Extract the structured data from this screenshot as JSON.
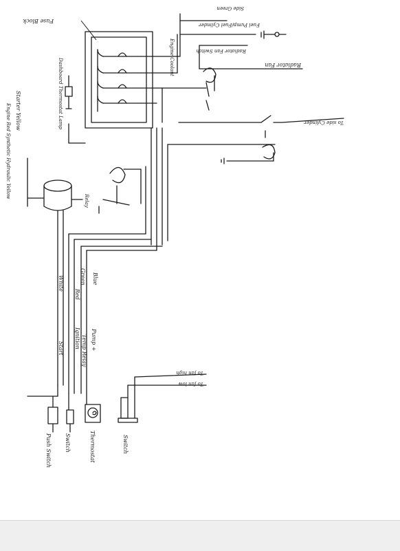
{
  "labels": {
    "fuse_block": "Fuse Block",
    "side_green": "Side Green",
    "fuel_pump_cylinder": "Fuel Pump/Fuel Cylinder",
    "engine_cooling_fan": "Engine Coolant",
    "radiator_fan_switch": "Radiator Fan Switch",
    "radiator_fan": "Radiator Fan",
    "to_cylinder": "To side Cylinder",
    "dashboard_thermostat": "Dashboard Thermostat Lamp",
    "starter": "Starter Yellow",
    "engine_oil": "Engine Red Synthetic Hydraulic Yellow",
    "relay": "Relay",
    "wire_white": "White",
    "wire_green": "Green",
    "wire_red": "Red",
    "wire_blue": "Blue",
    "start": "Start",
    "ignition": "Ignition",
    "temp_relay": "Temp Relay",
    "pump": "Pump +",
    "to_fan_high": "To fan high",
    "to_fan_low": "To fan low",
    "push_switch": "Push Switch",
    "switch_a": "Switch",
    "thermostat": "Thermostat",
    "switch_b": "Switch"
  }
}
